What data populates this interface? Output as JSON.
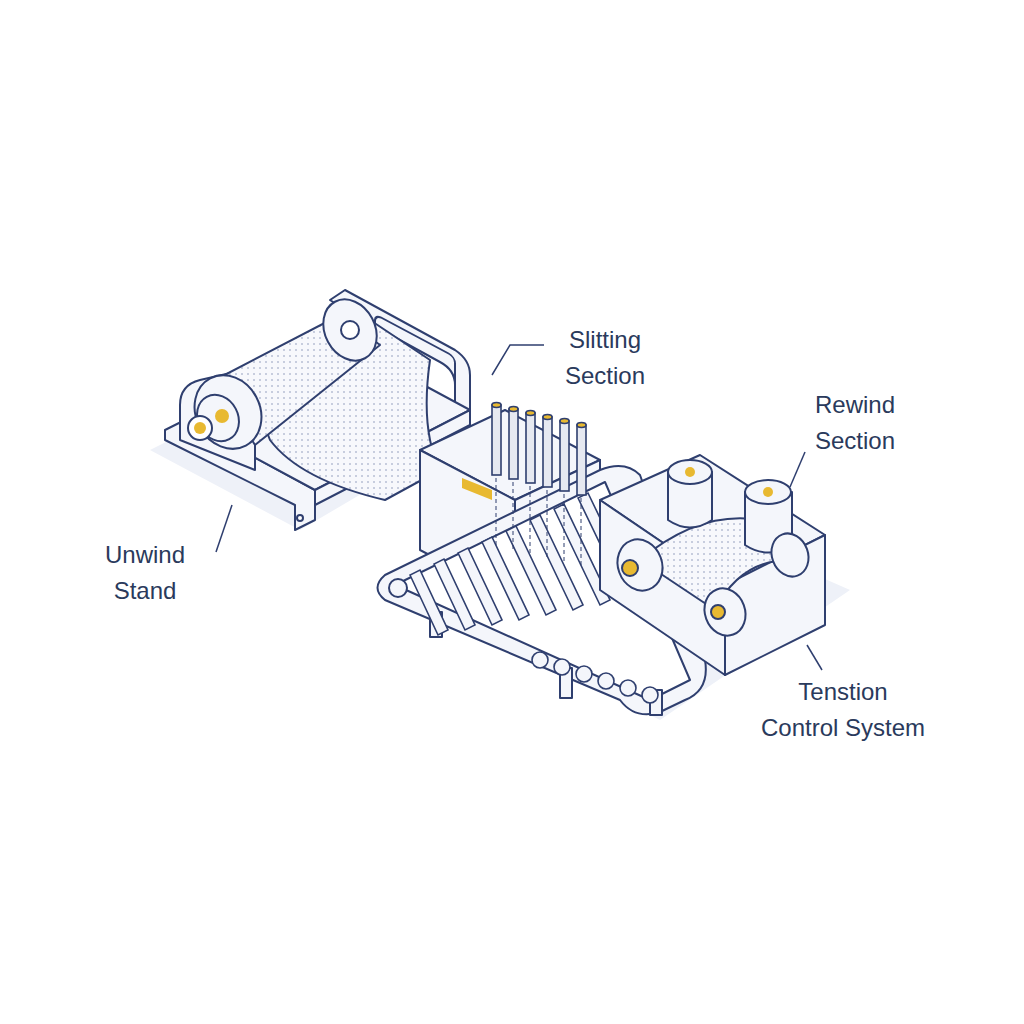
{
  "diagram": {
    "labels": [
      "Slitting Section",
      "Rewind Section",
      "Unwind Stand",
      "Tenstion Control System"
    ]
  }
}
